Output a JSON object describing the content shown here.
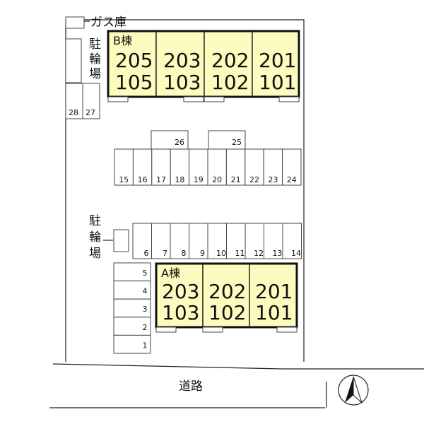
{
  "labels": {
    "gas": "ガス庫",
    "bicycle_top": [
      "駐",
      "輪",
      "場"
    ],
    "bicycle_mid": [
      "駐",
      "輪",
      "場"
    ],
    "road": "道路"
  },
  "building_b": {
    "name": "B棟",
    "units": [
      {
        "upper": "205",
        "lower": "105"
      },
      {
        "upper": "203",
        "lower": "103"
      },
      {
        "upper": "202",
        "lower": "102"
      },
      {
        "upper": "201",
        "lower": "101"
      }
    ]
  },
  "building_a": {
    "name": "A棟",
    "units": [
      {
        "upper": "203",
        "lower": "103"
      },
      {
        "upper": "202",
        "lower": "102"
      },
      {
        "upper": "201",
        "lower": "101"
      }
    ]
  },
  "parking": {
    "left_pair": [
      "28",
      "27"
    ],
    "upper_extra": [
      "26",
      "25"
    ],
    "row_upper": [
      "15",
      "16",
      "17",
      "18",
      "19",
      "20",
      "21",
      "22",
      "23",
      "24"
    ],
    "row_lower": [
      "6",
      "7",
      "8",
      "9",
      "10",
      "11",
      "12",
      "13",
      "14"
    ],
    "left_column": [
      "5",
      "4",
      "3",
      "2",
      "1"
    ]
  }
}
